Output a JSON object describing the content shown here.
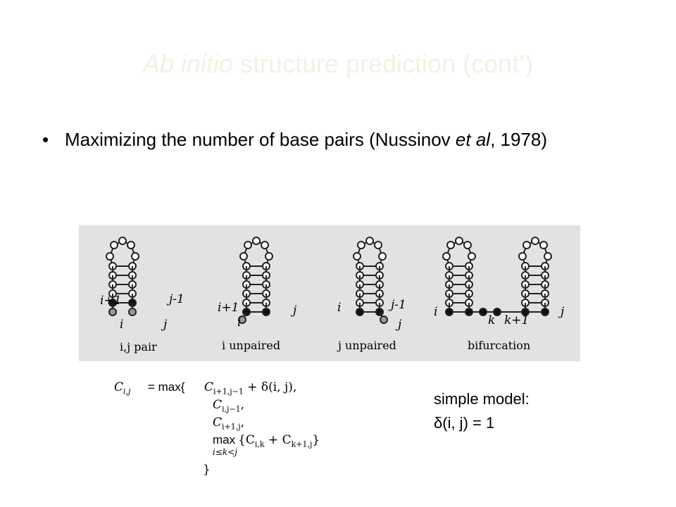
{
  "title": {
    "italic": "Ab initio",
    "rest": " structure prediction (cont’)"
  },
  "bullet": {
    "marker": "•",
    "text_before": "Maximizing the number of base pairs (Nussinov ",
    "text_italic": "et al",
    "text_after": ", 1978)"
  },
  "figure": {
    "captions": [
      "i,j pair",
      "i unpaired",
      "j unpaired",
      "bifurcation"
    ],
    "labels": {
      "i_plus_1": "i+1",
      "j_minus_1": "j-1",
      "i": "i",
      "j": "j",
      "k": "k",
      "k_plus_1": "k+1"
    }
  },
  "equation": {
    "lhs": "C",
    "lhs_sub": "i,j",
    "eq": "= max{",
    "t1": "C",
    "t1_sub": "i+1,j−1",
    "t1_rest": " + δ(i, j),",
    "t2": "C",
    "t2_sub": "i,j−1",
    "t2_rest": ",",
    "t3": "C",
    "t3_sub": "i+1,j",
    "t3_rest": ",",
    "t4_max": "max",
    "t4_inner": "{C",
    "t4_sub1": "i,k",
    "t4_plus": " + C",
    "t4_sub2": "k+1,j",
    "t4_close": "}",
    "t4_under": "i≤k<j",
    "close": "}"
  },
  "note": {
    "line1": "simple model:",
    "line2": "δ(i, j) = 1"
  }
}
